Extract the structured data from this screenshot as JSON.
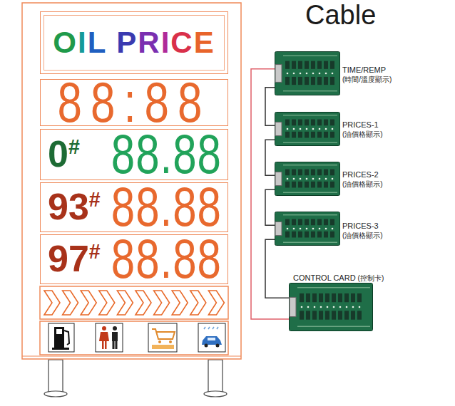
{
  "diagram": {
    "title": "Cable",
    "nodes": [
      {
        "text": [
          "OIL PRICE"
        ]
      },
      {
        "text": [
          "88:88"
        ]
      },
      {
        "text": [
          "0#",
          "88.88"
        ]
      },
      {
        "text": [
          "93#",
          "88.88"
        ]
      },
      {
        "text": [
          "97#",
          "88.88"
        ]
      },
      {
        "text": [
          "TIME/REMP",
          "(時間/溫度顯示)"
        ]
      },
      {
        "text": [
          "PRICES-1",
          "(油價格顯示)"
        ]
      },
      {
        "text": [
          "PRICES-2",
          "(油價格顯示)"
        ]
      },
      {
        "text": [
          "PRICES-3",
          "(油價格顯示)"
        ]
      },
      {
        "text": [
          "CONTROL CARD",
          "(控制卡)"
        ]
      }
    ],
    "edges": [
      {
        "from": 5,
        "to": 6,
        "arrow": "none"
      },
      {
        "from": 6,
        "to": 7,
        "arrow": "none"
      },
      {
        "from": 7,
        "to": 8,
        "arrow": "none"
      },
      {
        "from": 8,
        "to": 9,
        "arrow": "none"
      },
      {
        "from": 9,
        "to": 5,
        "arrow": "none"
      }
    ]
  }
}
